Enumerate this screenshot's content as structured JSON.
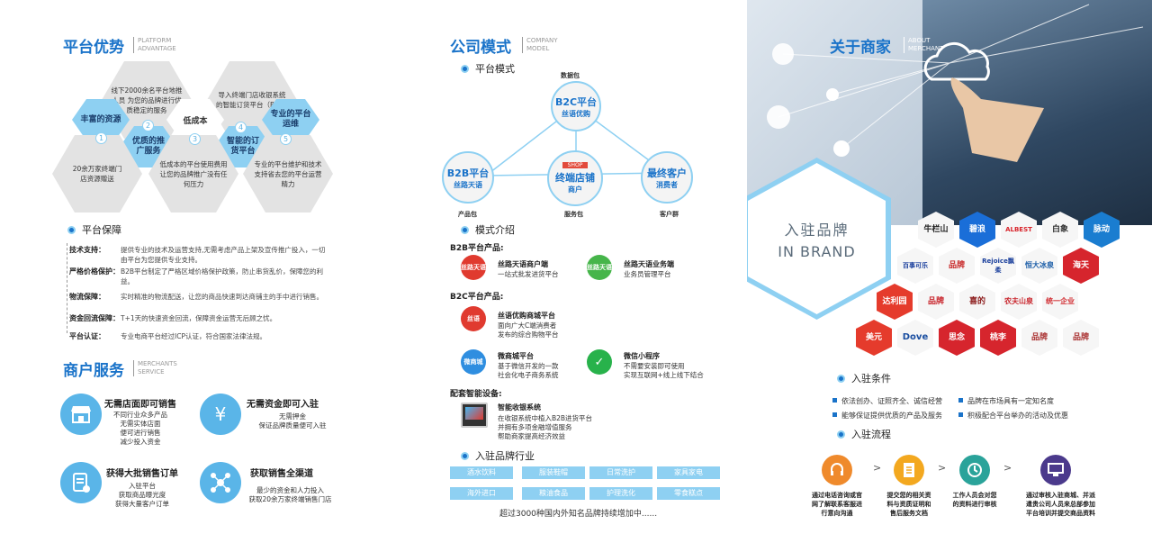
{
  "platform_adv": {
    "title": "平台优势",
    "en": [
      "PLATFORM",
      "ADVANTAGE"
    ],
    "hexes": [
      {
        "text": "线下2000余名平台地推人员 为您的品牌进行优质稳定的服务"
      },
      {
        "text": "导入终端门店收银系统的智能订货平台（B2B）"
      },
      {
        "text": "丰富的资源"
      },
      {
        "text": "低成本"
      },
      {
        "text": "专业的平台运维"
      },
      {
        "text": "优质的推广服务"
      },
      {
        "text": "智能的订货平台"
      },
      {
        "text": "20余万家终端门店资源赠送"
      },
      {
        "text": "低成本的平台使用费用让您的品牌推广没有任何压力"
      },
      {
        "text": "专业的平台维护和技术支持省去您的平台运营精力"
      }
    ],
    "numbers": [
      "1",
      "2",
      "3",
      "4",
      "5"
    ]
  },
  "guarantee": {
    "title": "平台保障",
    "items": [
      {
        "label": "技术支持：",
        "text": "提供专业的技术及运营支持,无需考虑产品上架及宣传推广投入，一切由平台为您提供专业支持。"
      },
      {
        "label": "严格价格保护：",
        "text": "B2B平台制定了严格区域价格保护政策，防止串货乱价，保障您的利益。"
      },
      {
        "label": "物流保障：",
        "text": "实时精准的物流配送，让您的商品快速到达商铺主的手中进行销售。"
      },
      {
        "label": "资金回流保障：",
        "text": "T+1天的快速资金回流，保障资金运营无后顾之忧。"
      },
      {
        "label": "平台认证：",
        "text": "专业电商平台经过ICP认证，符合国家法律法规。"
      }
    ]
  },
  "merchant_service": {
    "title": "商户服务",
    "en": [
      "MERCHANTS",
      "SERVICE"
    ],
    "items": [
      {
        "title": "无需店面即可销售",
        "desc": [
          "不同行业众多产品",
          "无需实体店面",
          "便可进行销售",
          "减少投入资金"
        ]
      },
      {
        "title": "无需资金即可入驻",
        "desc": [
          "无需押金",
          "保证品牌质量便可入驻"
        ]
      },
      {
        "title": "获得大批销售订单",
        "desc": [
          "入驻平台",
          "获取商品曝光度",
          "获得大量客户订单"
        ]
      },
      {
        "title": "获取销售全渠道",
        "desc": [
          "最少的资金和人力投入",
          "获取20余万家终端销售门店"
        ]
      }
    ]
  },
  "company_model": {
    "title": "公司模式",
    "en": [
      "COMPANY",
      "MODEL"
    ],
    "sub": "平台模式",
    "nodes": [
      {
        "top": "数据包",
        "line1": "B2C平台",
        "line2": "丝语优购"
      },
      {
        "line1": "B2B平台",
        "line2": "丝路天语",
        "bottom": "产品包"
      },
      {
        "line1": "终端店铺",
        "line2": "商户",
        "bottom": "服务包"
      },
      {
        "line1": "最终客户",
        "line2": "消费者",
        "bottom": "客户群"
      }
    ],
    "shop_sign": "SHOP"
  },
  "model_intro": {
    "title": "模式介绍",
    "b2b_label": "B2B平台产品:",
    "b2b": [
      {
        "icon": "丝路天语",
        "title": "丝路天语商户端",
        "desc": [
          "一站式批发进货平台"
        ]
      },
      {
        "icon": "丝路天语",
        "title": "丝路天语业务端",
        "desc": [
          "业务员管理平台"
        ]
      }
    ],
    "b2c_label": "B2C平台产品:",
    "b2c": [
      {
        "icon": "丝语",
        "title": "丝语优购商城平台",
        "desc": [
          "面向广大C端消费者",
          "发布的综合购物平台"
        ]
      },
      {
        "icon": "微商城",
        "title": "微商城平台",
        "desc": [
          "基于微信开发的一款",
          "社会化电子商务系统"
        ]
      },
      {
        "icon": "✓",
        "title": "微信小程序",
        "desc": [
          "不需要安装即可使用",
          "实现互联网+线上线下结合"
        ]
      }
    ],
    "device_label": "配套智能设备:",
    "device": {
      "title": "智能收银系统",
      "desc": [
        "在收银系统中植入B2B进货平台",
        "并拥有多项金融增值服务",
        "帮助商家提高经济效益"
      ]
    }
  },
  "brand_industry": {
    "title": "入驻品牌行业",
    "tags": [
      "酒水饮料",
      "服装鞋帽",
      "日常洗护",
      "家具家电",
      "海外进口",
      "粮油食品",
      "护理洗化",
      "零食糕点"
    ],
    "footer": "超过3000种国内外知名品牌持续增加中......"
  },
  "about": {
    "title": "关于商家",
    "en": [
      "ABOUT",
      "MERCHANT"
    ],
    "hero": {
      "line1": "入驻品牌",
      "line2": "IN BRAND"
    },
    "brands": [
      "牛栏山",
      "碧浪",
      "ALBEST",
      "白象",
      "脉动",
      "百事可乐",
      "品牌",
      "Rejoice飘柔",
      "恒大冰泉",
      "海天",
      "达利园",
      "品牌",
      "喜的",
      "农夫山泉",
      "统一企业",
      "美元",
      "Dove",
      "思念",
      "桃李",
      "品牌",
      "品牌"
    ]
  },
  "conditions": {
    "title": "入驻条件",
    "items": [
      "依法创办、证照齐全、诚信经营",
      "品牌在市场具有一定知名度",
      "能够保证提供优质的产品及服务",
      "积极配合平台举办的活动及优惠"
    ]
  },
  "process": {
    "title": "入驻流程",
    "steps": [
      {
        "text": [
          "通过电话咨询或官",
          "网了解联系客服进",
          "行意向沟通"
        ]
      },
      {
        "text": [
          "提交您的相关资",
          "料与资质证明和",
          "售后服务文档"
        ]
      },
      {
        "text": [
          "工作人员会对您",
          "的资料进行审核"
        ]
      },
      {
        "text": [
          "通过审核入驻商城、并派",
          "遣贵公司人员来总部参加",
          "平台培训并提交商品资料"
        ]
      }
    ]
  },
  "colors": {
    "accent": "#1a73c9",
    "light": "#8ed0f2",
    "orange": "#ef8a2c",
    "gold": "#f3a81f",
    "teal": "#2aa39a",
    "purple": "#4b3a8c"
  }
}
